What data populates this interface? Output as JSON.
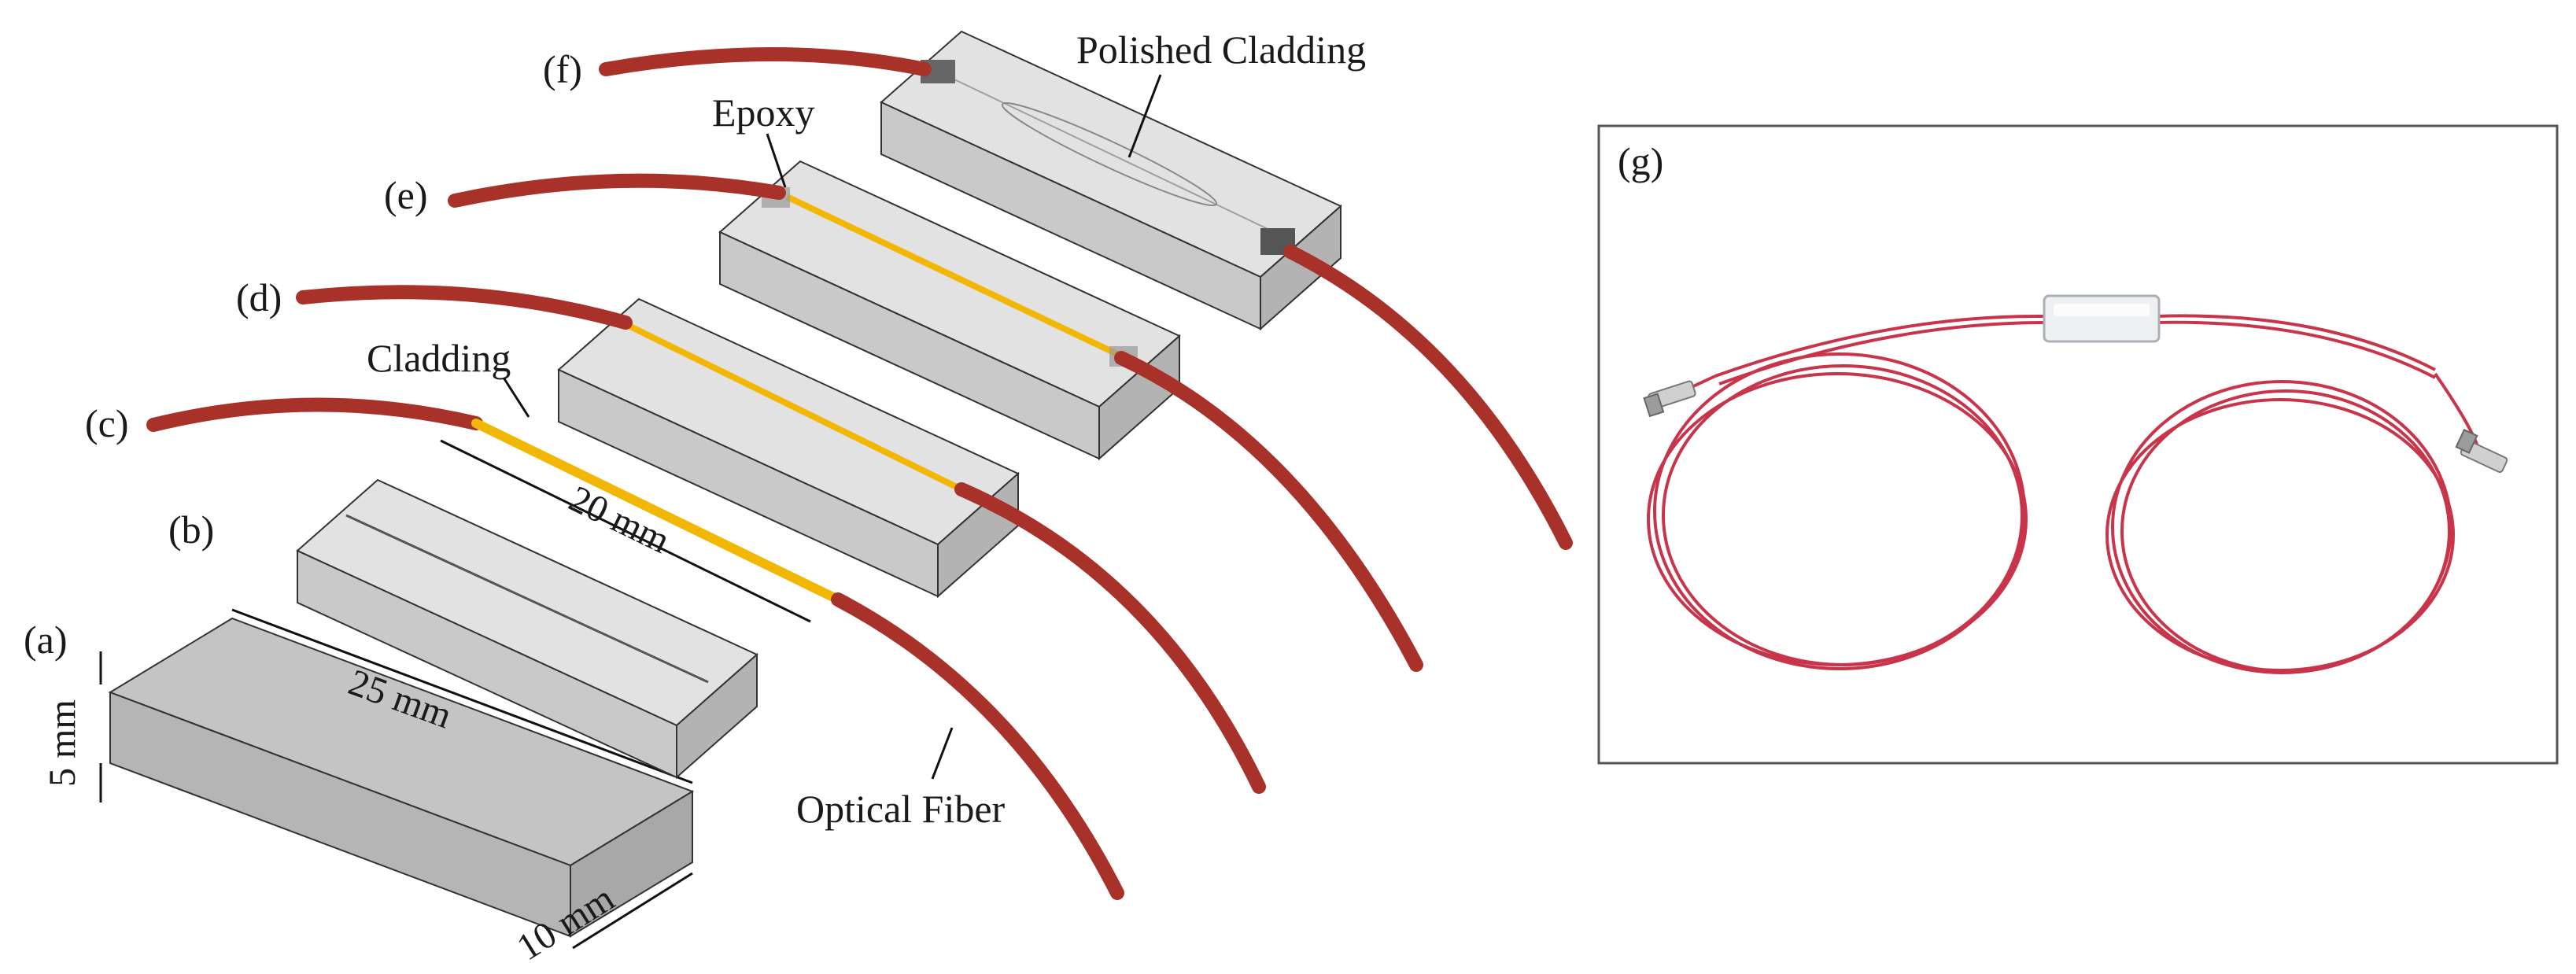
{
  "panel_labels": {
    "a": "(a)",
    "b": "(b)",
    "c": "(c)",
    "d": "(d)",
    "e": "(e)",
    "f": "(f)",
    "g": "(g)"
  },
  "annotations": {
    "polished_cladding": "Polished Cladding",
    "epoxy": "Epoxy",
    "cladding": "Cladding",
    "optical_fiber": "Optical Fiber"
  },
  "dimensions": {
    "height": "5 mm",
    "length": "25 mm",
    "width": "10 mm",
    "clad_length": "20 mm"
  },
  "colors": {
    "fiber": "#a83229",
    "cladding": "#f2b705",
    "block_top": "#e2e2e2",
    "block_front": "#c9c9c9",
    "block_side": "#b3b3b3",
    "solid_block": "#b8b8b8",
    "epoxy": "#9a9a9a",
    "photo_fiber": "#c8354a"
  }
}
